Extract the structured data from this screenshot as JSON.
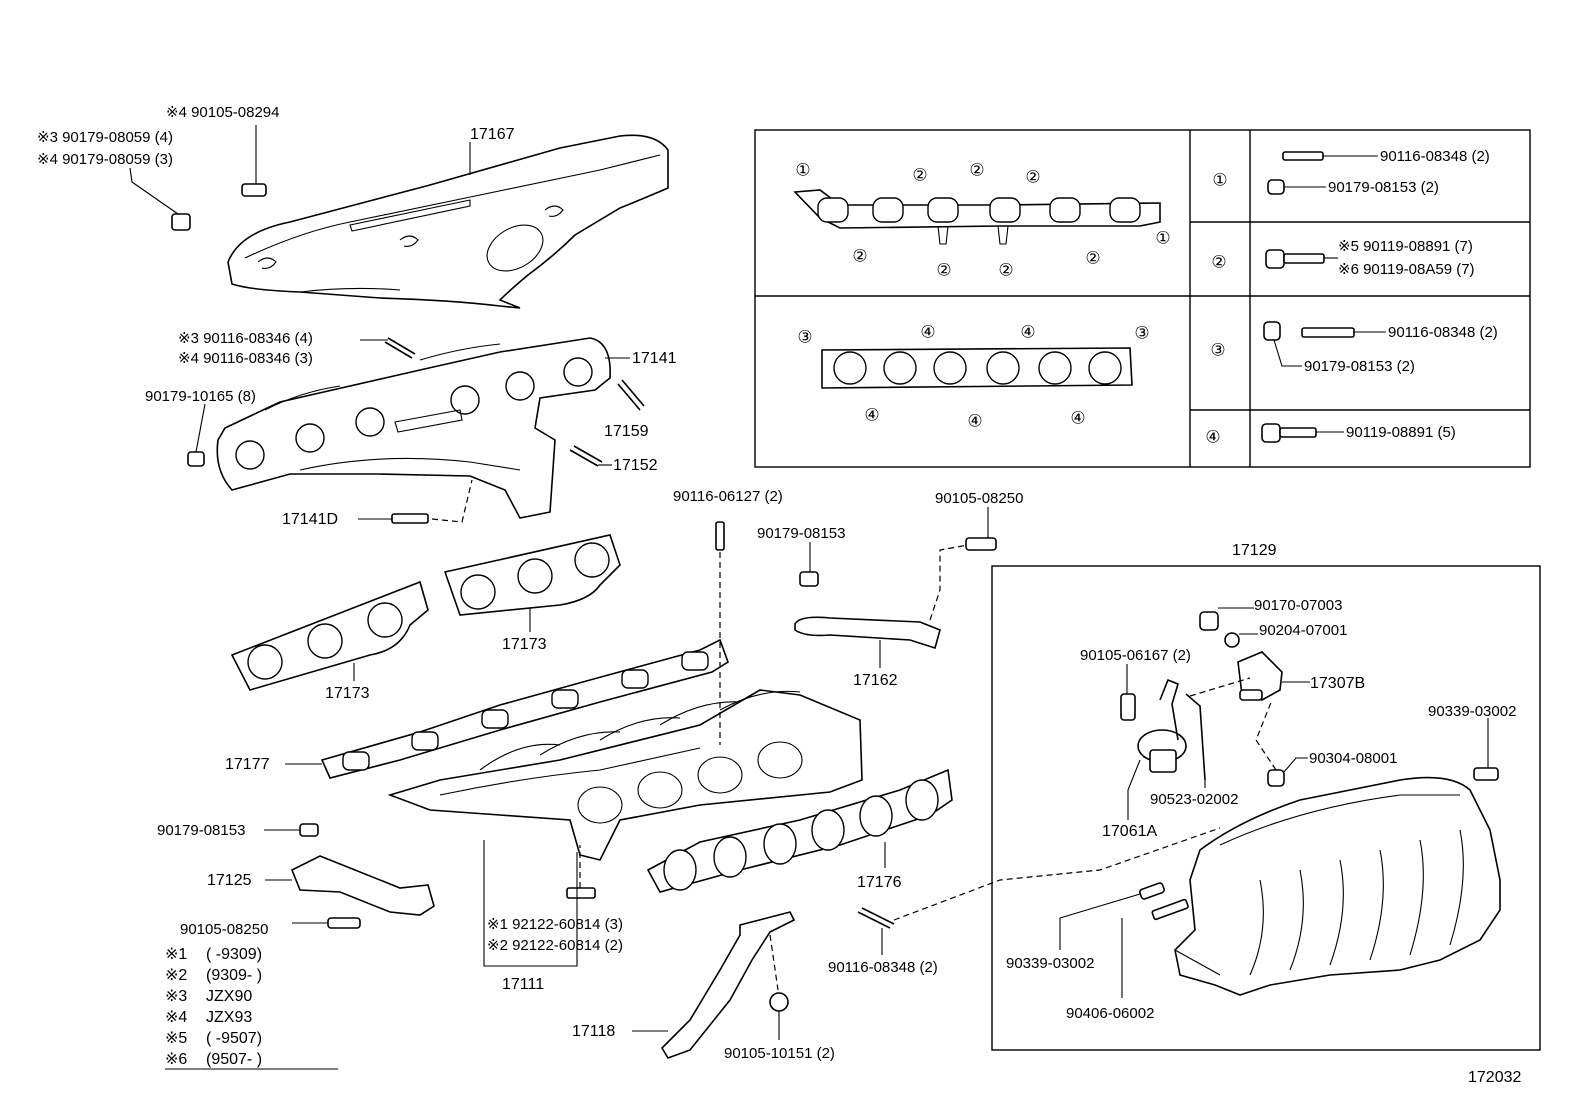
{
  "callouts": {
    "shield_bolt": "※4 90105-08294",
    "shield_nut_3": "※3 90179-08059 (4)",
    "shield_nut_4": "※4 90179-08059 (3)",
    "heat_shield": "17167",
    "stud_3": "※3 90116-08346 (4)",
    "stud_4": "※4 90116-08346 (3)",
    "manifold_nut": "90179-10165 (8)",
    "exhaust_manifold": "17141",
    "stud_17159": "17159",
    "stud_17152": "17152",
    "stud_17141d": "17141D",
    "stud_90116_06127": "90116-06127 (2)",
    "nut_90179_08153_top": "90179-08153",
    "bolt_90105_08250_top": "90105-08250",
    "gasket_17173_a": "17173",
    "gasket_17173_b": "17173",
    "stay_17162": "17162",
    "intake_gasket_17177": "17177",
    "nut_90179_08153_left": "90179-08153",
    "bracket_17125": "17125",
    "bolt_90105_08250_left": "90105-08250",
    "gasket_17176": "17176",
    "stud_1": "※1 92122-60814 (3)",
    "stud_2": "※2 92122-60814 (2)",
    "intake_manifold_17111": "17111",
    "stay_17118": "17118",
    "bolt_90105_10151": "90105-10151 (2)",
    "stud_90116_08348": "90116-08348 (2)",
    "diagram_code": "172032"
  },
  "legend": [
    {
      "mark": "※1",
      "text": "(      -9309)"
    },
    {
      "mark": "※2",
      "text": "(9309-      )"
    },
    {
      "mark": "※3",
      "text": "JZX90"
    },
    {
      "mark": "※4",
      "text": "JZX93"
    },
    {
      "mark": "※5",
      "text": "(      -9507)"
    },
    {
      "mark": "※6",
      "text": "(9507-      )"
    }
  ],
  "fastener_table": {
    "rows": [
      {
        "key": "①",
        "lines": [
          "90116-08348 (2)",
          "90179-08153 (2)"
        ]
      },
      {
        "key": "②",
        "lines": [
          "※5 90119-08891 (7)",
          "※6 90119-08A59 (7)"
        ]
      },
      {
        "key": "③",
        "lines": [
          "90116-08348 (2)",
          "90179-08153 (2)"
        ]
      },
      {
        "key": "④",
        "lines": [
          "90119-08891 (5)"
        ]
      }
    ],
    "gasket_markers": {
      "one": "①",
      "two": "②",
      "three": "③",
      "four": "④"
    }
  },
  "surge_tank_box": {
    "title": "17129",
    "parts": {
      "nut_90170": "90170-07003",
      "washer_90204": "90204-07001",
      "bolt_90105_06167": "90105-06167 (2)",
      "bracket_17307b": "17307B",
      "plug_90339_right": "90339-03002",
      "clip_90304": "90304-08001",
      "hose_90523": "90523-02002",
      "vsv_17061a": "17061A",
      "plug_90339_left": "90339-03002",
      "stud_90406": "90406-06002"
    }
  }
}
